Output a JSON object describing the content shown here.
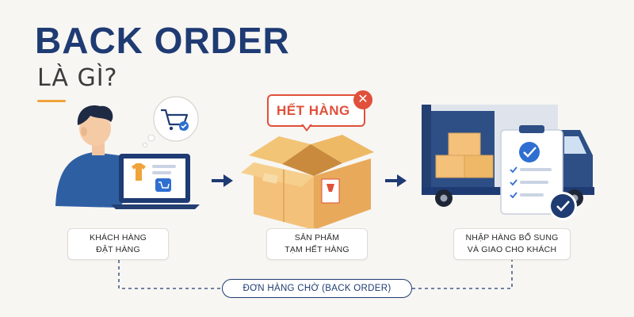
{
  "header": {
    "title": "BACK ORDER",
    "subtitle": "LÀ GÌ?"
  },
  "badge": {
    "out_of_stock": "HẾT HÀNG",
    "close_symbol": "✕"
  },
  "steps": [
    {
      "label": "KHÁCH HÀNG\nĐẶT HÀNG",
      "icon": "customer-laptop-icon"
    },
    {
      "label": "SẢN PHẨM\nTẠM HẾT HÀNG",
      "icon": "empty-box-icon"
    },
    {
      "label": "NHẬP HÀNG BỔ SUNG\nVÀ GIAO CHO KHÁCH",
      "icon": "delivery-truck-icon"
    }
  ],
  "footer": {
    "pill": "ĐƠN HÀNG CHỜ (BACK ORDER)"
  },
  "colors": {
    "navy": "#1f3b73",
    "accent": "#f0a33a",
    "alert": "#e0503a",
    "background": "#f7f6f3"
  }
}
